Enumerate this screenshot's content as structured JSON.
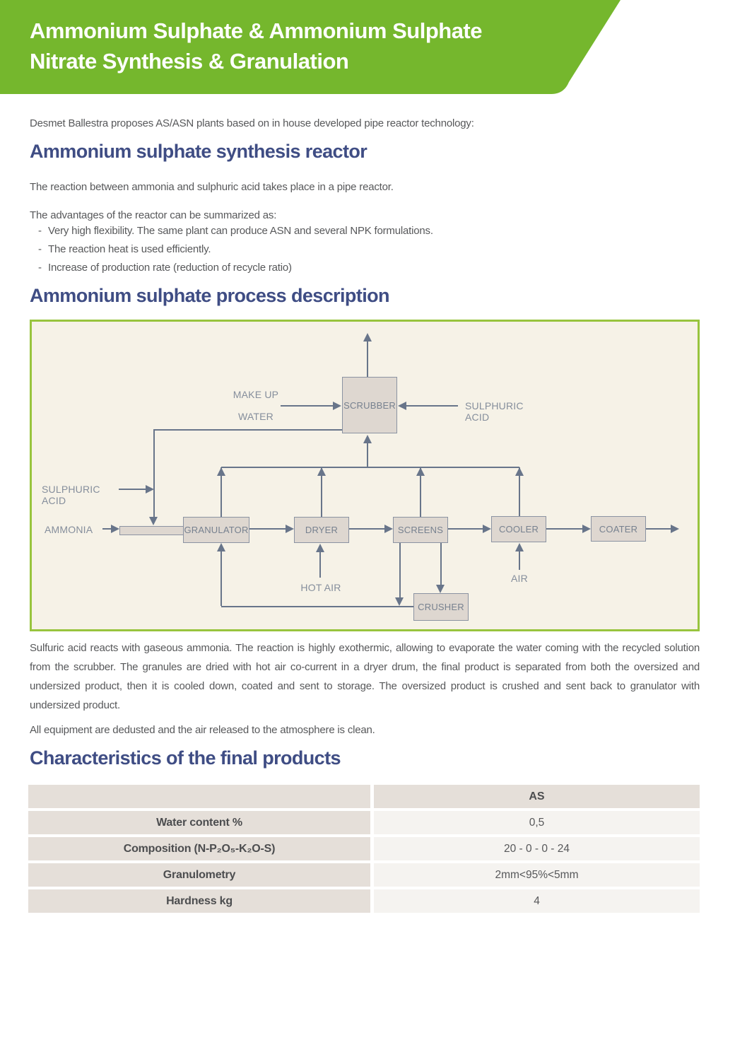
{
  "header": {
    "title_line1": "Ammonium Sulphate & Ammonium Sulphate",
    "title_line2": "Nitrate Synthesis & Granulation",
    "banner_color": "#75b72d"
  },
  "intro": "Desmet Ballestra proposes AS/ASN plants based on in house developed pipe reactor technology:",
  "section1": {
    "heading": "Ammonium sulphate synthesis reactor",
    "p1": "The reaction between ammonia and sulphuric acid takes place in a pipe reactor.",
    "p2": "The advantages of the reactor can be summarized as:",
    "bullets": [
      "Very high flexibility. The same plant can produce ASN and several NPK formulations.",
      "The reaction heat is used efficiently.",
      "Increase of production rate (reduction of recycle ratio)"
    ]
  },
  "section2": {
    "heading": "Ammonium sulphate process description"
  },
  "diagram": {
    "colors": {
      "border_green": "#98c43e",
      "background": "#f6f2e7",
      "box_fill": "#ded7d0",
      "box_border": "#8b93a2",
      "line": "#68758a"
    },
    "boxes": {
      "scrubber": "SCRUBBER",
      "granulator": "GRANULATOR",
      "dryer": "DRYER",
      "screens": "SCREENS",
      "cooler": "COOLER",
      "coater": "COATER",
      "crusher": "CRUSHER"
    },
    "labels": {
      "makeup_line1": "MAKE UP",
      "makeup_line2": "WATER",
      "sulphuric_right": "SULPHURIC ACID",
      "sulphuric_left": "SULPHURIC ACID",
      "ammonia": "AMMONIA",
      "hot_air": "HOT AIR",
      "air": "AIR"
    }
  },
  "section3": {
    "p1": "Sulfuric acid reacts with gaseous ammonia. The reaction is highly exothermic, allowing to evaporate the water coming with the recycled solution from the scrubber. The granules are dried with hot air co-current in a dryer drum, the final product is separated from both the oversized and undersized product, then it is cooled down, coated and sent to storage. The oversized product is crushed and sent back to granulator with undersized product.",
    "p2": "All equipment are dedusted and the air released to the atmosphere is clean.",
    "heading": "Characteristics of the final products"
  },
  "table": {
    "column_header": "AS",
    "rows": [
      {
        "label": "Water content %",
        "value": "0,5"
      },
      {
        "label": "Composition (N-P₂O₅-K₂O-S)",
        "value": "20 - 0 - 0 - 24"
      },
      {
        "label": "Granulometry",
        "value": "2mm<95%<5mm"
      },
      {
        "label": "Hardness kg",
        "value": "4"
      }
    ]
  }
}
